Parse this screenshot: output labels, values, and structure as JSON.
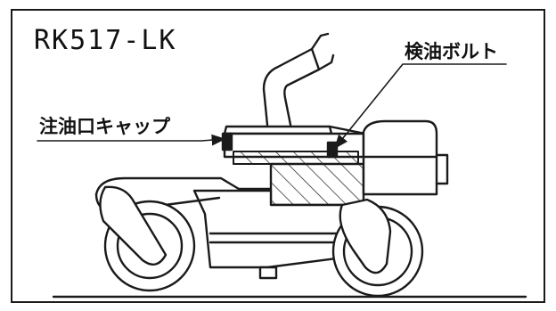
{
  "model": "RK517-LK",
  "callouts": {
    "oil_fill_cap": "注油口キャップ",
    "oil_check_bolt": "検油ボルト"
  },
  "colors": {
    "line": "#1a1a1a",
    "background": "#ffffff"
  }
}
